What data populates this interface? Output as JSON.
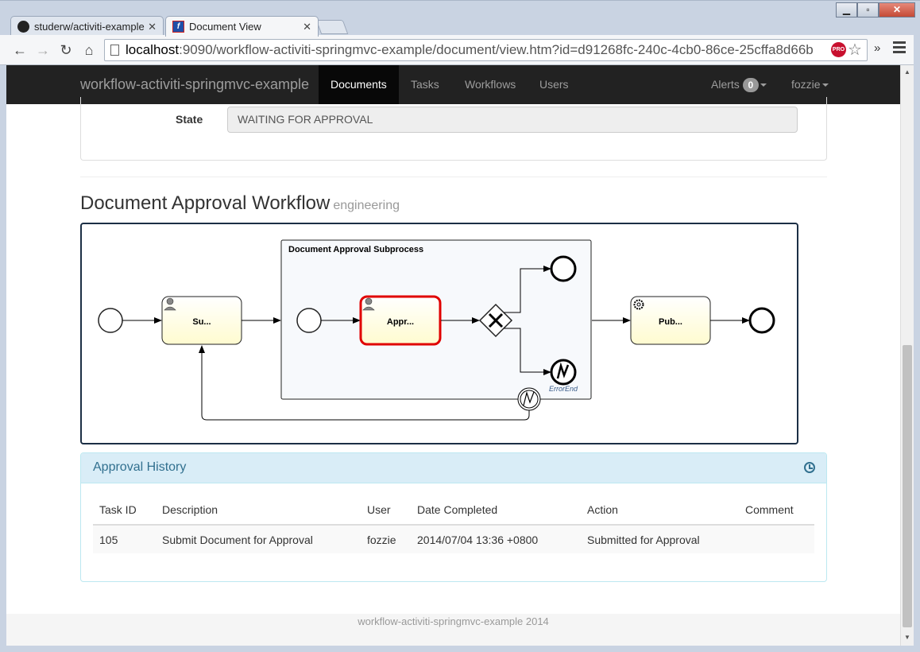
{
  "browser": {
    "tabs": [
      {
        "title": "studerw/activiti-example"
      },
      {
        "title": "Document View"
      }
    ],
    "url_host": "localhost",
    "url_rest": ":9090/workflow-activiti-springmvc-example/document/view.htm?id=d91268fc-240c-4cb0-86ce-25cffa8d66b",
    "pro_badge": "PRO"
  },
  "navbar": {
    "brand": "workflow-activiti-springmvc-example",
    "items": [
      {
        "label": "Documents"
      },
      {
        "label": "Tasks"
      },
      {
        "label": "Workflows"
      },
      {
        "label": "Users"
      }
    ],
    "alerts_label": "Alerts",
    "alerts_count": "0",
    "user": "fozzie"
  },
  "document": {
    "state_label": "State",
    "state_value": "WAITING FOR APPROVAL"
  },
  "workflow": {
    "title": "Document Approval Workflow",
    "group": "engineering",
    "diagram": {
      "subprocess_label": "Document Approval Subprocess",
      "submit_task": "Su...",
      "approve_task": "Appr...",
      "publish_task": "Pub...",
      "error_end_label": "ErrorEnd"
    }
  },
  "history": {
    "title": "Approval History",
    "columns": [
      "Task ID",
      "Description",
      "User",
      "Date Completed",
      "Action",
      "Comment"
    ],
    "rows": [
      {
        "task_id": "105",
        "description": "Submit Document for Approval",
        "user": "fozzie",
        "date": "2014/07/04 13:36 +0800",
        "action": "Submitted for Approval",
        "comment": ""
      }
    ]
  },
  "footer": {
    "text": "workflow-activiti-springmvc-example 2014"
  }
}
